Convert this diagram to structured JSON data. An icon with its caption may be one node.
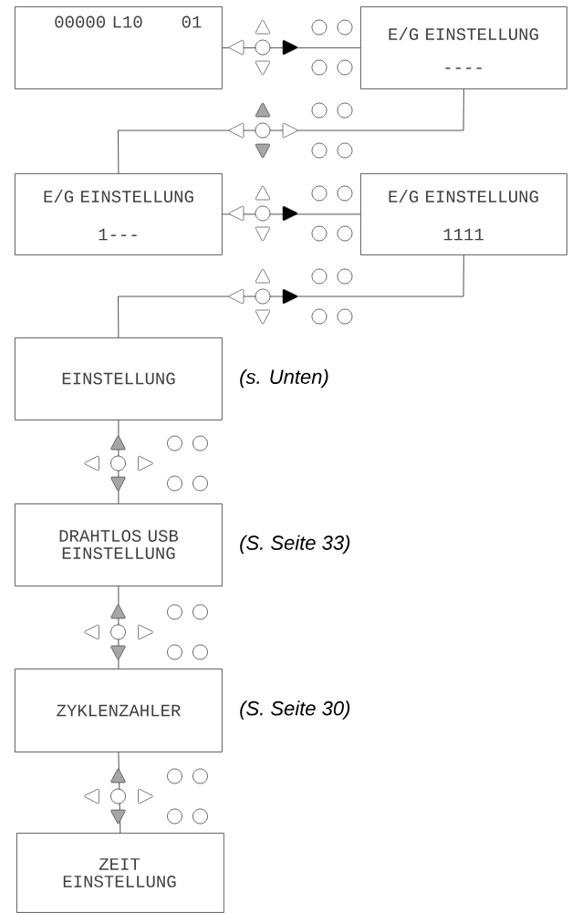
{
  "diagram": {
    "nodes": [
      {
        "text": [
          "00000 L10",
          "01"
        ]
      },
      {
        "text": [
          "E/G EINSTELLUNG",
          "----"
        ]
      },
      {
        "text": [
          "E/G EINSTELLUNG",
          "1---"
        ]
      },
      {
        "text": [
          "E/G EINSTELLUNG",
          "1111"
        ]
      },
      {
        "text": [
          "EINSTELLUNG"
        ],
        "beside": [
          "(s. Unten)"
        ]
      },
      {
        "text": [
          "DRAHTLOS USB EINSTELLUNG"
        ],
        "beside": [
          "(S. Seite 33)"
        ]
      },
      {
        "text": [
          "ZYKLENZAHLER"
        ],
        "beside": [
          "(S. Seite 30)"
        ]
      },
      {
        "text": [
          "ZEIT EINSTELLUNG"
        ]
      }
    ],
    "edges": [
      {
        "from": 0,
        "to": 1,
        "arrow": "none"
      },
      {
        "from": 1,
        "to": 2,
        "arrow": "none"
      },
      {
        "from": 2,
        "to": 3,
        "arrow": "none"
      },
      {
        "from": 3,
        "to": 4,
        "arrow": "none"
      },
      {
        "from": 4,
        "to": 5,
        "arrow": "none"
      },
      {
        "from": 5,
        "to": 6,
        "arrow": "none"
      },
      {
        "from": 6,
        "to": 7,
        "arrow": "none"
      }
    ]
  }
}
